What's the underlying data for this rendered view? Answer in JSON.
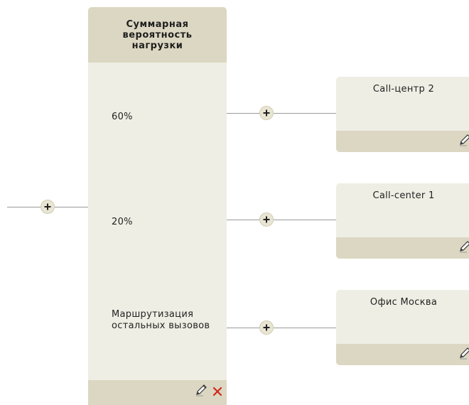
{
  "main_panel": {
    "title": "Суммарная вероятность нагрузки",
    "rows": [
      {
        "label": "60%"
      },
      {
        "label": "20%"
      },
      {
        "label": "Маршрутизация остальных вызовов"
      }
    ]
  },
  "destinations": [
    {
      "title": "Call-центр 2"
    },
    {
      "title": "Call-center 1"
    },
    {
      "title": "Офис Москва"
    }
  ],
  "icons": {
    "add": "plus-icon",
    "edit": "pencil-icon",
    "delete": "close-icon"
  },
  "colors": {
    "panel_bg": "#efeee4",
    "header_bg": "#dbd7c2",
    "connector": "#9a9a9a",
    "delete_red": "#d0281b"
  }
}
